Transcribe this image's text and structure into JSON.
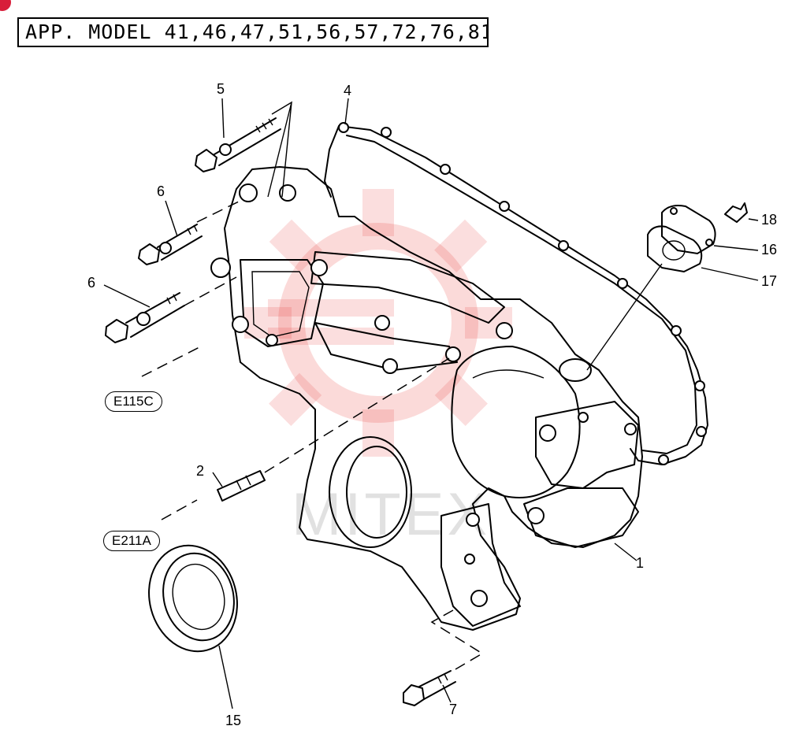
{
  "header": {
    "applicable_models": "APP. MODEL  41,46,47,51,56,57,72,76,81"
  },
  "watermark": {
    "text": "MITEX",
    "color": "#e8302f"
  },
  "badge": {
    "color": "#d81e3a"
  },
  "callouts": {
    "p1": "1",
    "p2": "2",
    "p4": "4",
    "p5": "5",
    "p6a": "6",
    "p6b": "6",
    "p7": "7",
    "p15": "15",
    "p16": "16",
    "p17": "17",
    "p18": "18"
  },
  "references": {
    "ref1": "E115C",
    "ref2": "E211A"
  }
}
